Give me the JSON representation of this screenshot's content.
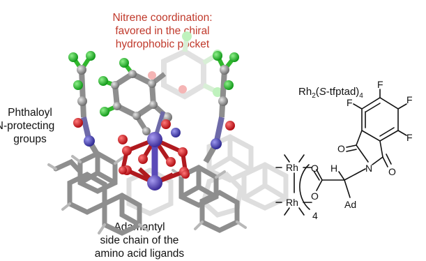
{
  "labels": {
    "top": [
      "Nitrene coordination:",
      "favored in the chiral",
      "hydrophobic pocket"
    ],
    "left": [
      "Phthaloyl",
      "N-protecting",
      "groups"
    ],
    "bottom": [
      "Adamantyl",
      "side chain of the",
      "amino acid ligands"
    ]
  },
  "catalyst": {
    "formula_prefix": "Rh",
    "formula_sub1": "2",
    "formula_paren": "(",
    "formula_italic": "S",
    "formula_rest": "-tfptad)",
    "formula_sub2": "4"
  },
  "structure": {
    "F_top": "F",
    "F_upper_right": "F",
    "F_left": "F",
    "F_right": "F",
    "O_phth_top": "O",
    "O_phth_bottom": "O",
    "N": "N",
    "H": "H",
    "Rh_top": "Rh",
    "Rh_bottom": "Rh",
    "O_carb_top": "O",
    "O_carb_bottom": "O",
    "Ad": "Ad",
    "count": "4"
  },
  "colors": {
    "carbon": "#8a8a8a",
    "carbon_faded": "#cfcfcf",
    "fluorine": "#22c21b",
    "oxygen": "#d8141b",
    "nitrogen": "#4b46b8",
    "rhodium": "#5a4ab8",
    "label_red": "#c0392b"
  }
}
